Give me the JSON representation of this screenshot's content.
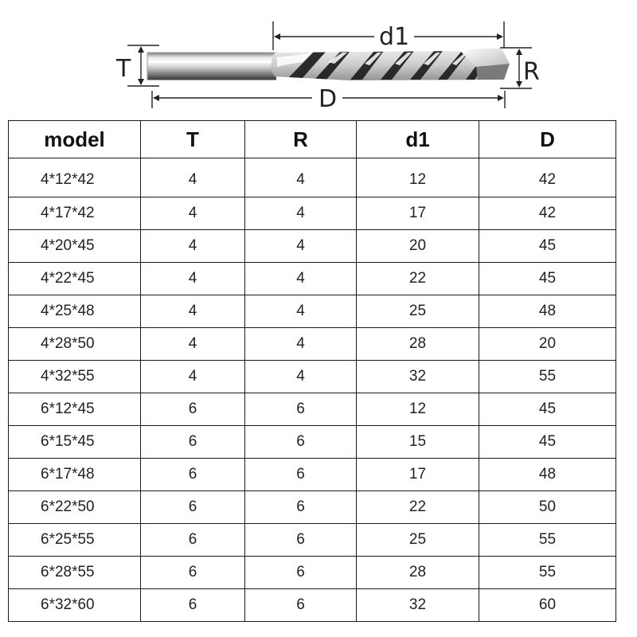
{
  "diagram": {
    "labels": {
      "T": "T",
      "R": "R",
      "d1": "d1",
      "D": "D"
    },
    "colors": {
      "line": "#222222",
      "shank_light": "#f2f2f2",
      "shank_dark": "#5a5a5a",
      "flute_dark": "#1c1c1c"
    }
  },
  "table": {
    "headers": [
      "model",
      "T",
      "R",
      "d1",
      "D"
    ],
    "rows": [
      [
        "4*12*42",
        "4",
        "4",
        "12",
        "42"
      ],
      [
        "4*17*42",
        "4",
        "4",
        "17",
        "42"
      ],
      [
        "4*20*45",
        "4",
        "4",
        "20",
        "45"
      ],
      [
        "4*22*45",
        "4",
        "4",
        "22",
        "45"
      ],
      [
        "4*25*48",
        "4",
        "4",
        "25",
        "48"
      ],
      [
        "4*28*50",
        "4",
        "4",
        "28",
        "20"
      ],
      [
        "4*32*55",
        "4",
        "4",
        "32",
        "55"
      ],
      [
        "6*12*45",
        "6",
        "6",
        "12",
        "45"
      ],
      [
        "6*15*45",
        "6",
        "6",
        "15",
        "45"
      ],
      [
        "6*17*48",
        "6",
        "6",
        "17",
        "48"
      ],
      [
        "6*22*50",
        "6",
        "6",
        "22",
        "50"
      ],
      [
        "6*25*55",
        "6",
        "6",
        "25",
        "55"
      ],
      [
        "6*28*55",
        "6",
        "6",
        "28",
        "55"
      ],
      [
        "6*32*60",
        "6",
        "6",
        "32",
        "60"
      ]
    ]
  }
}
